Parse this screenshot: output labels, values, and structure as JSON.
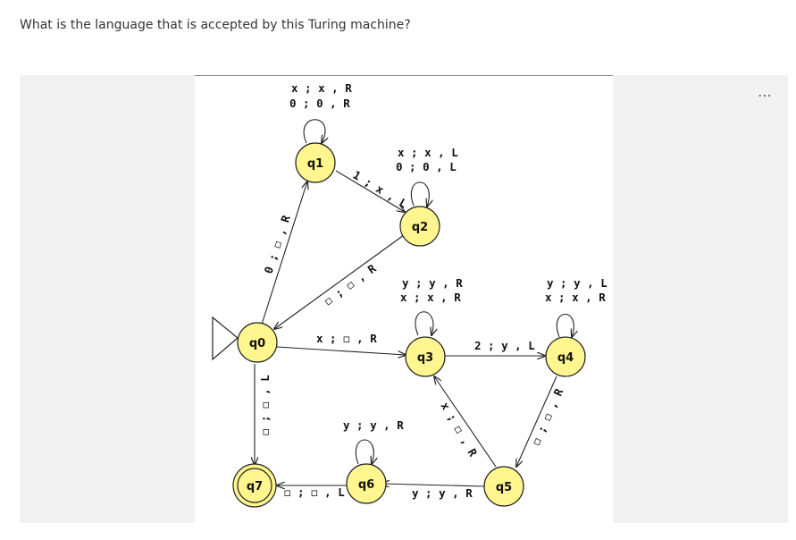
{
  "question": "What is the language that is accepted by this Turing machine?",
  "more_icon": "⋯",
  "colors": {
    "state_fill": "#FFF68F",
    "stroke": "#222222",
    "panel": "#f2f2f2"
  },
  "states": {
    "q0": "q0",
    "q1": "q1",
    "q2": "q2",
    "q3": "q3",
    "q4": "q4",
    "q5": "q5",
    "q6": "q6",
    "q7": "q7"
  },
  "transitions": {
    "q1_loop_1": "x ; x , R",
    "q1_loop_2": "0 ; 0 , R",
    "q2_loop_1": "x ; x , L",
    "q2_loop_2": "0 ; 0 , L",
    "q1_q2": "1 ; x , L",
    "q0_q1": "0 ; ◻ , R",
    "q2_q0": "◻ ; ◻ , R",
    "q0_q3": "x ; ◻ , R",
    "q3_loop_1": "y ; y , R",
    "q3_loop_2": "x ; x , R",
    "q4_loop_1": "y ; y , L",
    "q4_loop_2": "x ; x , R",
    "q3_q4": "2 ; y , L",
    "q0_q7": "◻ ; ◻ , L",
    "q5_q3": "x ; ◻ , R",
    "q4_q5": "◻ ; ◻ , R",
    "q6_loop": "y ; y , R",
    "q6_q7": "◻ ; ◻ , L",
    "q5_q6": "y ; y , R"
  }
}
